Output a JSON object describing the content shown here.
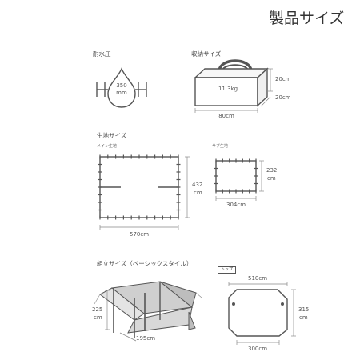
{
  "title": "製品サイズ",
  "water": {
    "label": "耐水圧",
    "value": "350",
    "unit": "mm"
  },
  "storage": {
    "label": "収納サイズ",
    "weight": "11.3kg",
    "height": "20cm",
    "depth": "20cm",
    "width": "80cm"
  },
  "fabric": {
    "label": "生地サイズ",
    "main_label": "メイン生地",
    "sub_label": "サブ生地",
    "main_height": "432",
    "main_height_unit": "cm",
    "main_width": "570cm",
    "sub_height": "232",
    "sub_height_unit": "cm",
    "sub_width": "304cm"
  },
  "assembly": {
    "label": "組立サイズ（ベーシックスタイル）",
    "height": "225",
    "height_unit": "cm",
    "depth": "195cm",
    "top_tag": "トップ",
    "top_width": "510cm",
    "top_depth": "315",
    "top_depth_unit": "cm",
    "top_inner": "300cm"
  },
  "colors": {
    "line": "#555555",
    "tarp_fill": "#dcdcdc",
    "tarp_side": "#bdbdbd"
  }
}
